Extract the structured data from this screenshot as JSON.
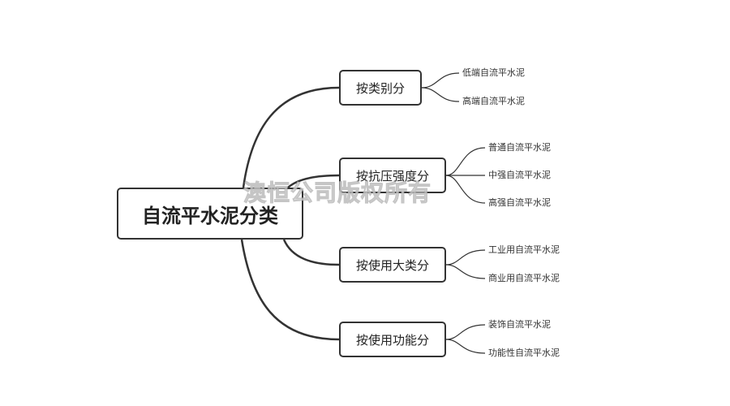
{
  "mindmap": {
    "root": {
      "label": "自流平水泥分类"
    },
    "branches": [
      {
        "label": "按类别分",
        "leaves": [
          "低端自流平水泥",
          "高端自流平水泥"
        ]
      },
      {
        "label": "按抗压强度分",
        "leaves": [
          "普通自流平水泥",
          "中强自流平水泥",
          "高强自流平水泥"
        ]
      },
      {
        "label": "按使用大类分",
        "leaves": [
          "工业用自流平水泥",
          "商业用自流平水泥"
        ]
      },
      {
        "label": "按使用功能分",
        "leaves": [
          "装饰自流平水泥",
          "功能性自流平水泥"
        ]
      }
    ]
  },
  "watermark": "澳恒公司版权所有",
  "colors": {
    "line": "#333333",
    "text": "#222222",
    "background": "#ffffff"
  }
}
